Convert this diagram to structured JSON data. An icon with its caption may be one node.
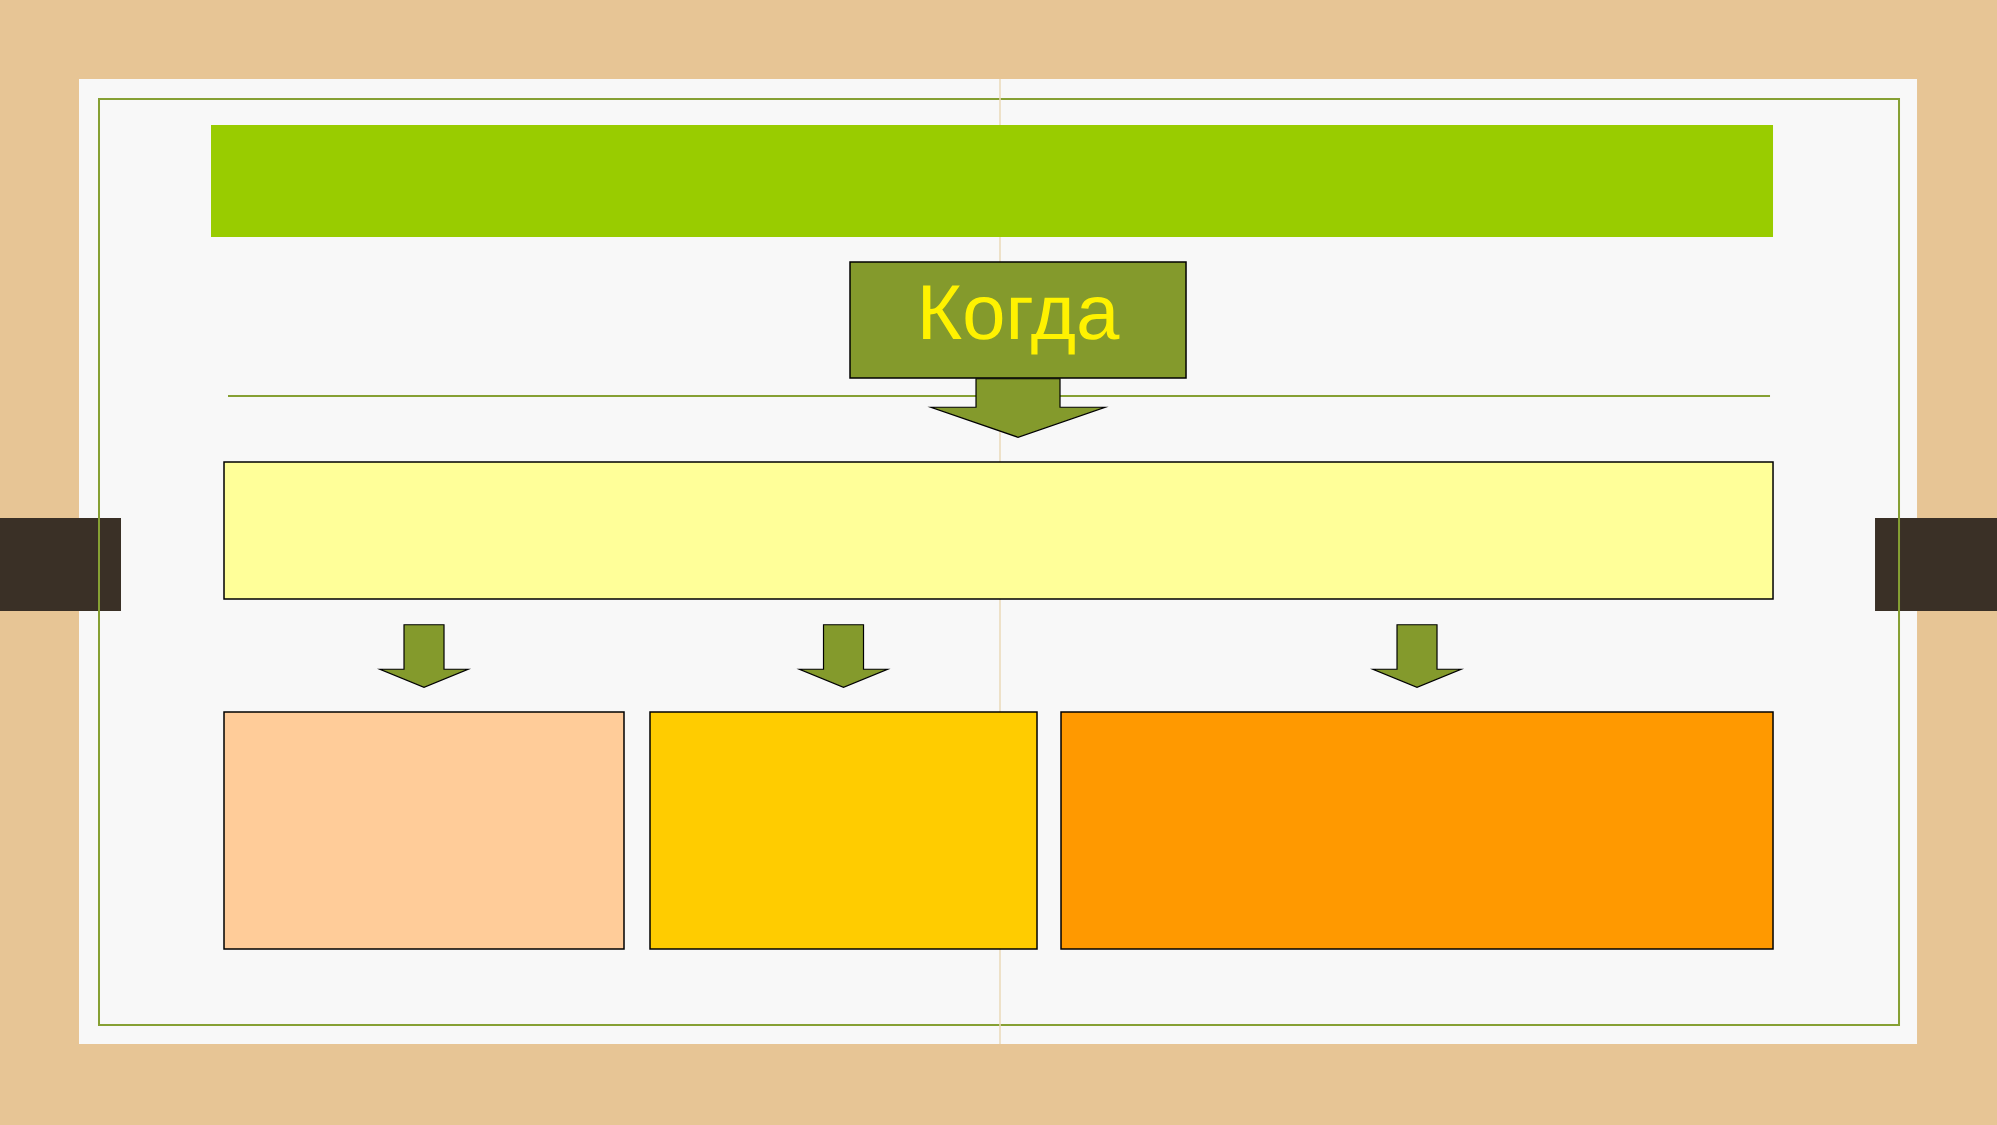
{
  "diagram": {
    "nodes": [
      {
        "text": [],
        "shape": "bar"
      },
      {
        "text": [
          "Когда"
        ]
      },
      {
        "text": [],
        "shape": "box"
      },
      {
        "text": [],
        "shape": "box"
      },
      {
        "text": [],
        "shape": "box"
      },
      {
        "text": [],
        "shape": "box"
      }
    ],
    "edges": [
      {
        "from": 1,
        "to": 2,
        "arrow": "to"
      },
      {
        "from": 2,
        "to": 3,
        "arrow": "to"
      },
      {
        "from": 2,
        "to": 4,
        "arrow": "to"
      },
      {
        "from": 2,
        "to": 5,
        "arrow": "to"
      }
    ]
  }
}
